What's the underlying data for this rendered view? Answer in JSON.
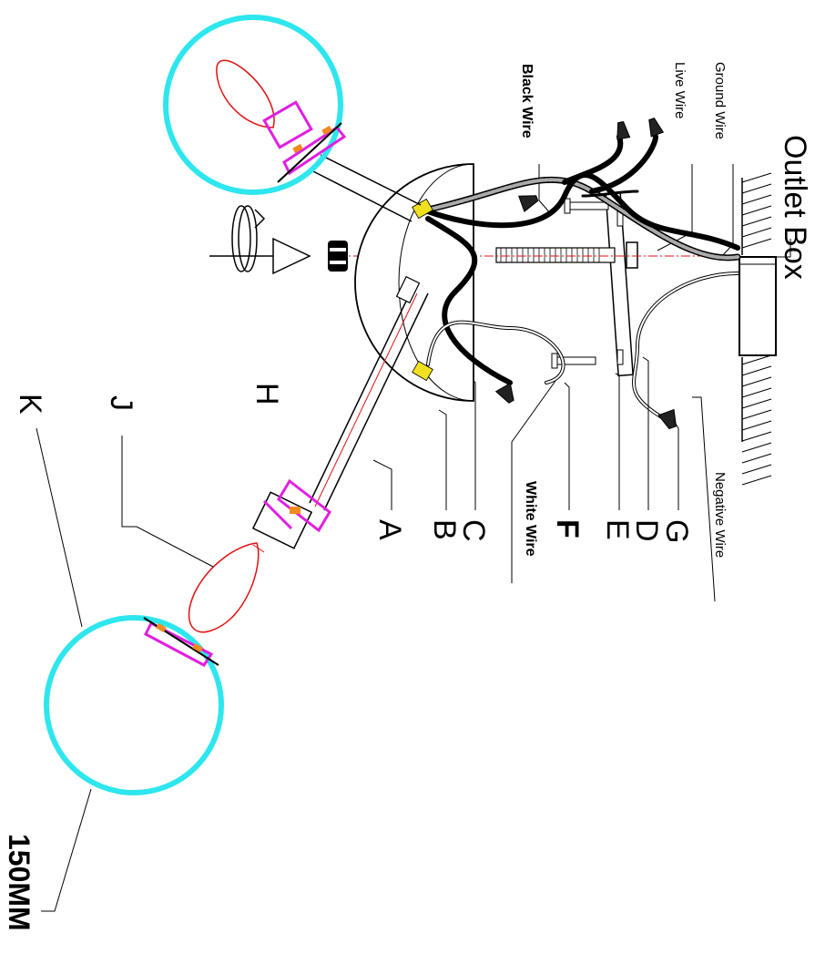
{
  "labels": {
    "outlet_box": "Outlet Box",
    "ground_wire": "Ground Wire",
    "live_wire": "Live Wire",
    "black_wire": "Black Wire",
    "white_wire": "White Wire",
    "negative_wire": "Negative Wire",
    "a": "A",
    "b": "B",
    "c": "C",
    "d": "D",
    "e": "E",
    "f": "F",
    "g": "G",
    "h": "H",
    "j": "J",
    "k": "K",
    "dimension": "150MM"
  },
  "colors": {
    "globe": "#2ee6ee",
    "bracket": "#e01fe0",
    "bulb": "#e01010",
    "connector": "#f0e020",
    "ring": "#f08a20",
    "line": "#000000"
  }
}
